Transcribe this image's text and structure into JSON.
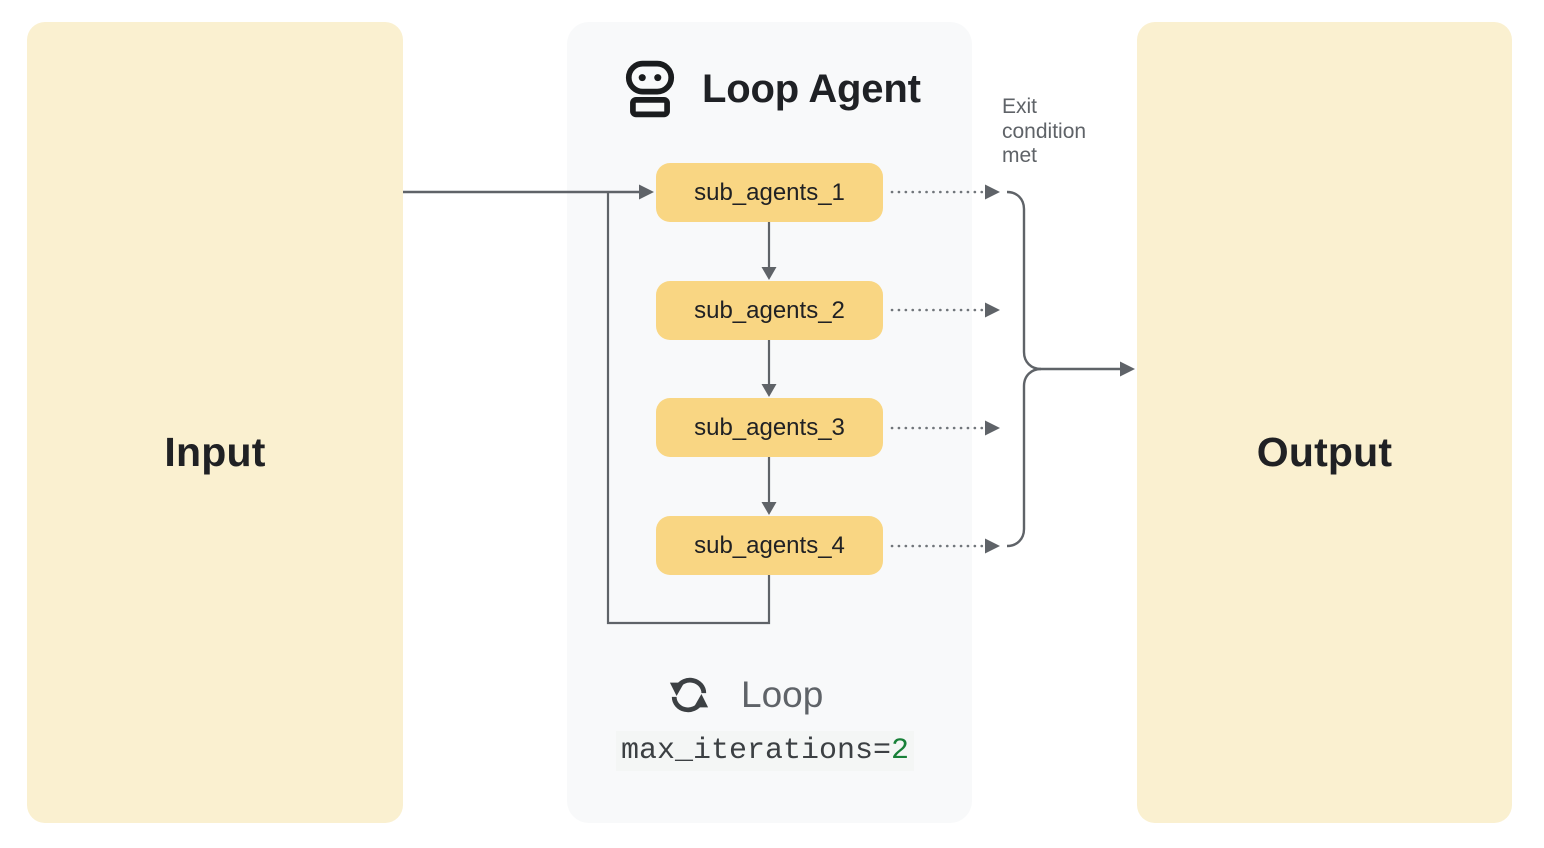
{
  "diagram": {
    "input": {
      "label": "Input"
    },
    "output": {
      "label": "Output"
    },
    "loop_agent": {
      "title": "Loop Agent",
      "agent_icon": "robot-icon",
      "sub_agents": [
        {
          "label": "sub_agents_1"
        },
        {
          "label": "sub_agents_2"
        },
        {
          "label": "sub_agents_3"
        },
        {
          "label": "sub_agents_4"
        }
      ],
      "loop": {
        "icon": "loop-refresh-icon",
        "label": "Loop",
        "code_prefix": "max_iterations=",
        "code_value": "2"
      }
    },
    "exit_condition_label": "Exit condition met",
    "colors": {
      "io_box": "#FAF0D0",
      "sub_agent_box": "#F9D683",
      "panel": "#F8F9FA",
      "connector_gray": "#5F6368",
      "dotted_gray": "#70757A",
      "text_primary": "#202124",
      "text_secondary": "#5F6368",
      "code_value_green": "#188038",
      "code_background": "#F4F6F5"
    }
  }
}
